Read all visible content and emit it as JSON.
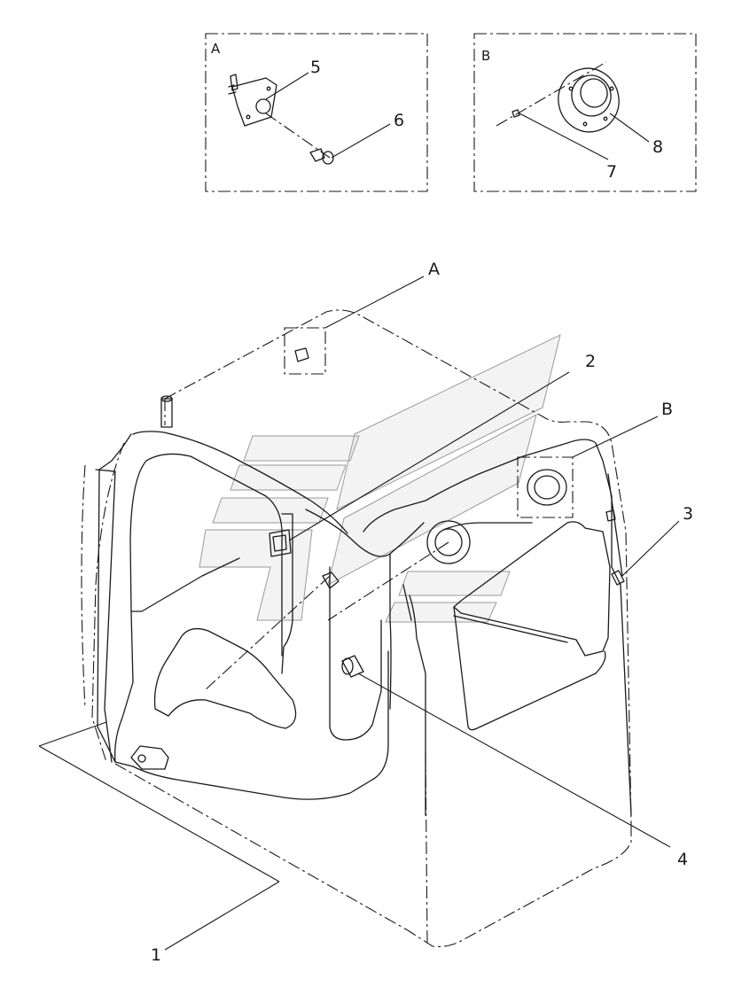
{
  "detail_a": {
    "label": "A"
  },
  "detail_b": {
    "label": "B"
  },
  "callouts": {
    "c1": "1",
    "c2": "2",
    "c3": "3",
    "c4": "4",
    "c5": "5",
    "c6": "6",
    "c7": "7",
    "c8": "8",
    "cA": "A",
    "cB": "B"
  }
}
